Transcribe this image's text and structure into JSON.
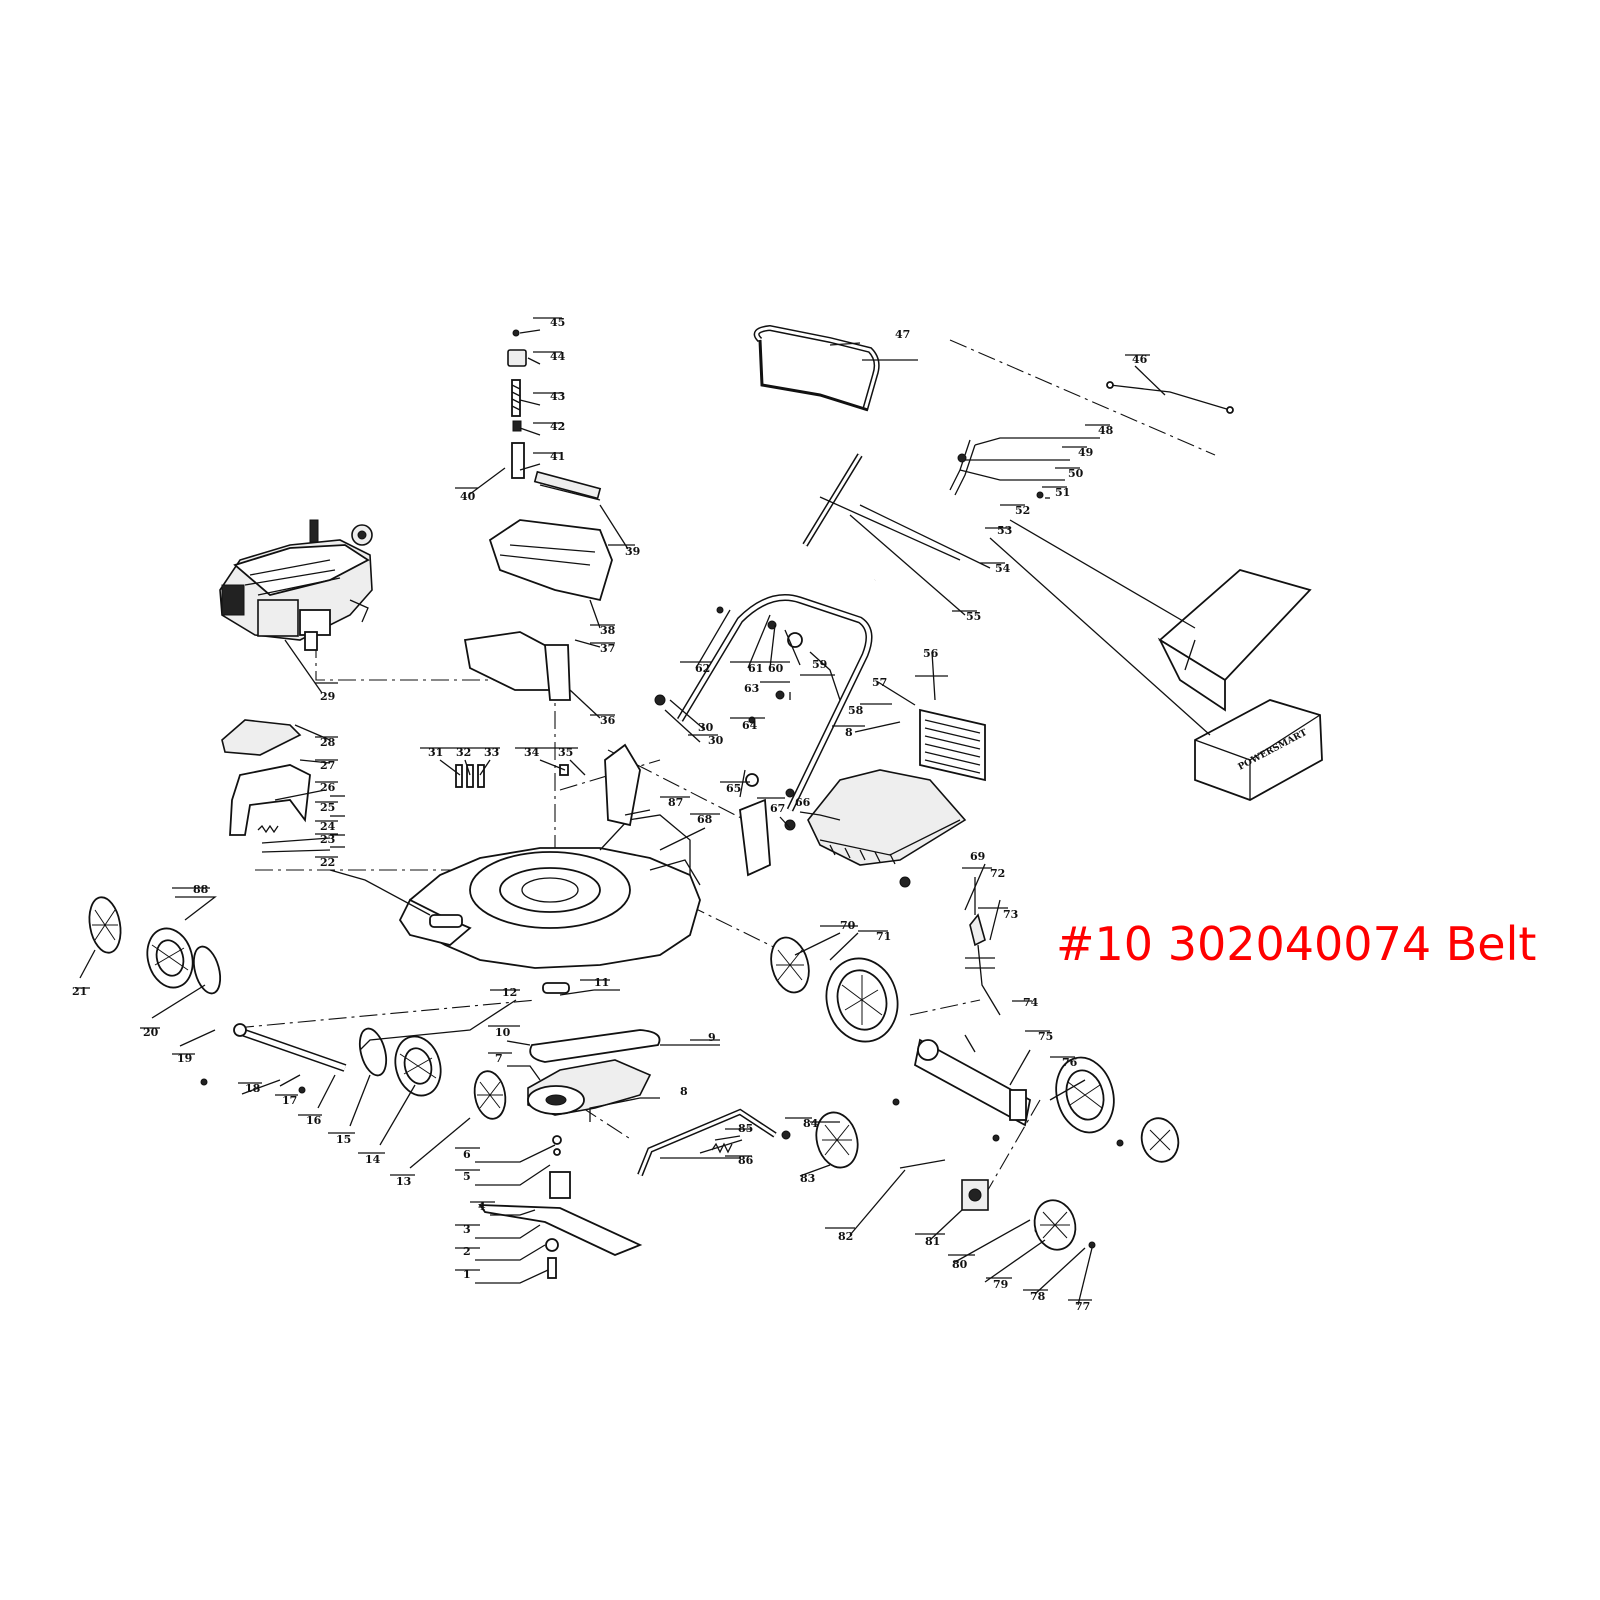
{
  "caption": {
    "text": "#10 302040074 Belt",
    "color": "#ff0000"
  },
  "bag_brand": "POWERSMART",
  "part_numbers": [
    "1",
    "2",
    "3",
    "4",
    "5",
    "6",
    "7",
    "8",
    "9",
    "10",
    "11",
    "12",
    "13",
    "14",
    "15",
    "16",
    "17",
    "18",
    "19",
    "20",
    "21",
    "22",
    "23",
    "24",
    "25",
    "26",
    "27",
    "28",
    "29",
    "30",
    "31",
    "32",
    "33",
    "34",
    "35",
    "36",
    "37",
    "38",
    "39",
    "40",
    "41",
    "42",
    "43",
    "44",
    "45",
    "46",
    "47",
    "48",
    "49",
    "50",
    "51",
    "52",
    "53",
    "54",
    "55",
    "56",
    "57",
    "58",
    "59",
    "60",
    "61",
    "62",
    "63",
    "64",
    "65",
    "66",
    "67",
    "68",
    "69",
    "70",
    "71",
    "72",
    "73",
    "74",
    "75",
    "76",
    "77",
    "78",
    "79",
    "80",
    "81",
    "82",
    "83",
    "84",
    "85",
    "86",
    "87",
    "88",
    "8",
    "30"
  ]
}
